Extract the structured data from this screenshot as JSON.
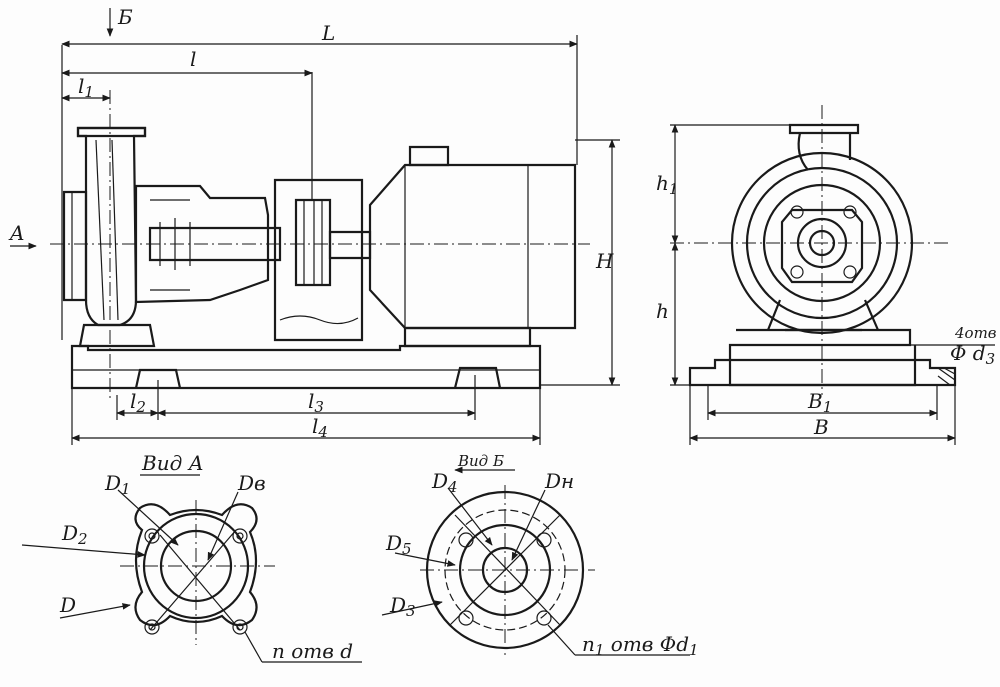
{
  "labels": {
    "L": "L",
    "l": "l",
    "l1": "l",
    "l1_sub": "1",
    "l2": "l",
    "l2_sub": "2",
    "l3": "l",
    "l3_sub": "3",
    "l4": "l",
    "l4_sub": "4",
    "H": "H",
    "h": "h",
    "h1": "h",
    "h1_sub": "1",
    "B": "B",
    "B1": "B",
    "B1_sub": "1",
    "A_arrow": "A",
    "B_arrow": "Б",
    "holes_4": "4отв",
    "d3": "Φ d",
    "d3_sub": "3",
    "view_a": "Вид А",
    "view_b": "Вид Б",
    "D1": "D",
    "D1_sub": "1",
    "Dv": "Dв",
    "D2": "D",
    "D2_sub": "2",
    "D": "D",
    "n_holes_d": "n отв d",
    "D4": "D",
    "D4_sub": "4",
    "Dn": "Dн",
    "D5": "D",
    "D5_sub": "5",
    "D3": "D",
    "D3_sub": "3",
    "n1_holes_d1": "n",
    "n1_sub": "1",
    "n1_rest": " отв Φd",
    "d1_sub": "1"
  },
  "colors": {
    "ink": "#1a1a1a",
    "paper": "#fdfdfd"
  }
}
